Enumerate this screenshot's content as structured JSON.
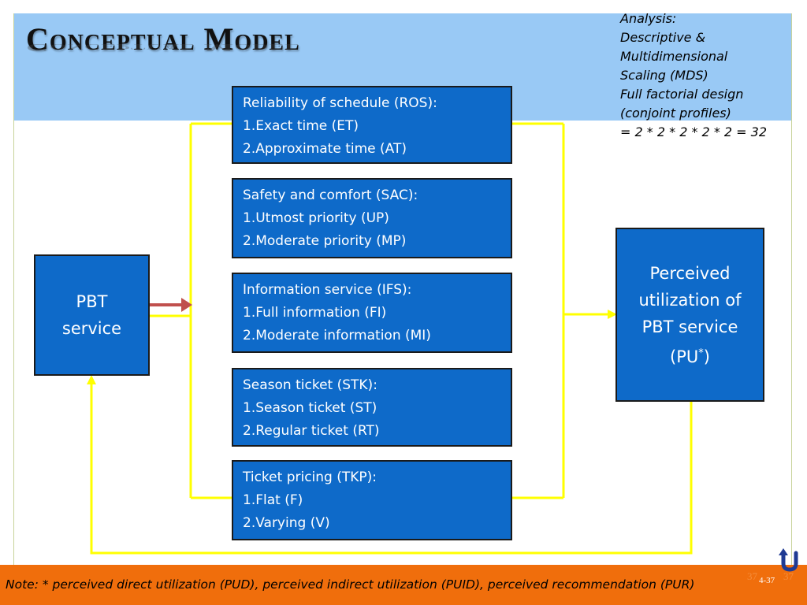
{
  "slide": {
    "title": "Conceptual Model",
    "analysis_lines": [
      "Analysis:",
      "Descriptive &",
      "Multidimensional",
      "Scaling (MDS)",
      "Full factorial design",
      "(conjoint profiles)",
      "= 2 * 2 * 2 * 2 * 2 = 32"
    ],
    "note": "Note: * perceived direct utilization (PUD), perceived indirect utilization (PUID), perceived recommendation (PUR)",
    "page_number": "4-37",
    "page_number_ghost_left": "37",
    "page_number_ghost_right": "37"
  },
  "diagram": {
    "input_node": {
      "lines": [
        "PBT",
        "service"
      ]
    },
    "factors": [
      {
        "heading": "Reliability of schedule (ROS):",
        "options": [
          "1.Exact time (ET)",
          "2.Approximate time (AT)"
        ]
      },
      {
        "heading": "Safety and comfort (SAC):",
        "options": [
          "1.Utmost priority (UP)",
          "2.Moderate priority (MP)"
        ]
      },
      {
        "heading": "Information service (IFS):",
        "options": [
          "1.Full information (FI)",
          "2.Moderate information (MI)"
        ]
      },
      {
        "heading": "Season ticket (STK):",
        "options": [
          "1.Season ticket (ST)",
          "2.Regular ticket (RT)"
        ]
      },
      {
        "heading": "Ticket pricing (TKP):",
        "options": [
          "1.Flat (F)",
          "2.Varying (V)"
        ]
      }
    ],
    "output_node": {
      "lines": [
        "Perceived",
        "utilization of",
        "PBT service"
      ],
      "abbr": "PU",
      "abbr_mark": "*"
    }
  },
  "colors": {
    "box_fill": "#0e6ac9",
    "connector": "#ffff00",
    "arrow": "#c0504d",
    "header_band": "#99c9f5",
    "footer_band": "#f06e0c"
  },
  "icons": {
    "return_button": "u-turn-arrow-icon"
  }
}
